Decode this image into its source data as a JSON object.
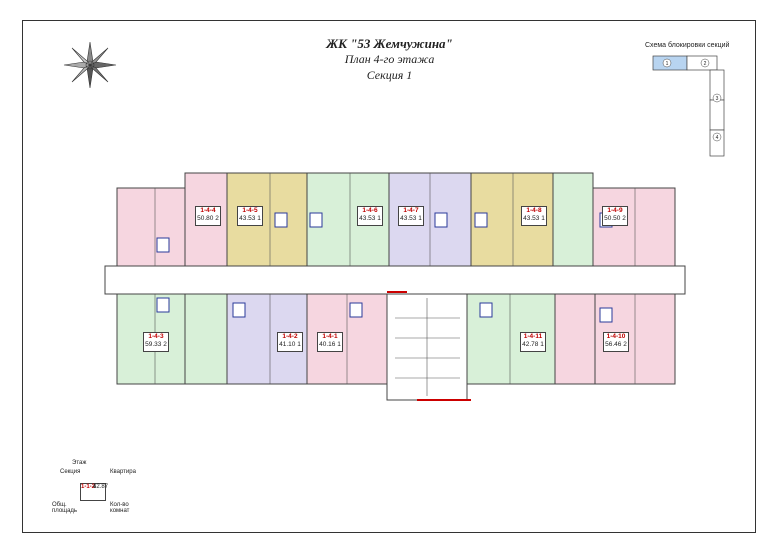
{
  "header": {
    "title": "ЖК \"53 Жемчужина\"",
    "floor_plan": "План 4-го этажа",
    "section": "Секция 1"
  },
  "scheme": {
    "title": "Схема блокировки секций",
    "sections": [
      "1",
      "2",
      "3",
      "4"
    ]
  },
  "apartments": [
    {
      "id": "1-4-4",
      "area": "50.80",
      "rooms": "2"
    },
    {
      "id": "1-4-5",
      "area": "43.53",
      "rooms": "1"
    },
    {
      "id": "1-4-6",
      "area": "43.53",
      "rooms": "1"
    },
    {
      "id": "1-4-7",
      "area": "43.53",
      "rooms": "1"
    },
    {
      "id": "1-4-8",
      "area": "43.53",
      "rooms": "1"
    },
    {
      "id": "1-4-9",
      "area": "50.50",
      "rooms": "2"
    },
    {
      "id": "1-4-3",
      "area": "59.33",
      "rooms": "2"
    },
    {
      "id": "1-4-2",
      "area": "41.10",
      "rooms": "1"
    },
    {
      "id": "1-4-1",
      "area": "40.16",
      "rooms": "1"
    },
    {
      "id": "1-4-11",
      "area": "42.78",
      "rooms": "1"
    },
    {
      "id": "1-4-10",
      "area": "56.46",
      "rooms": "2"
    }
  ],
  "legend": {
    "floor_label": "Этаж",
    "section_label": "Секция",
    "apartment_label": "Квартира",
    "total_area_label": "Общ. площадь",
    "rooms_label": "Кол-во комнат",
    "sample_id": "1-1-2",
    "sample_area": "42.87",
    "sample_rooms": "1"
  },
  "colors": {
    "one_room_yellow": "#e8dca0",
    "one_room_purple": "#dcd8f0",
    "one_room_green": "#d8f0d8",
    "two_room_pink": "#f6d6e0",
    "stair_red": "#cc0000",
    "wall": "#444444"
  }
}
